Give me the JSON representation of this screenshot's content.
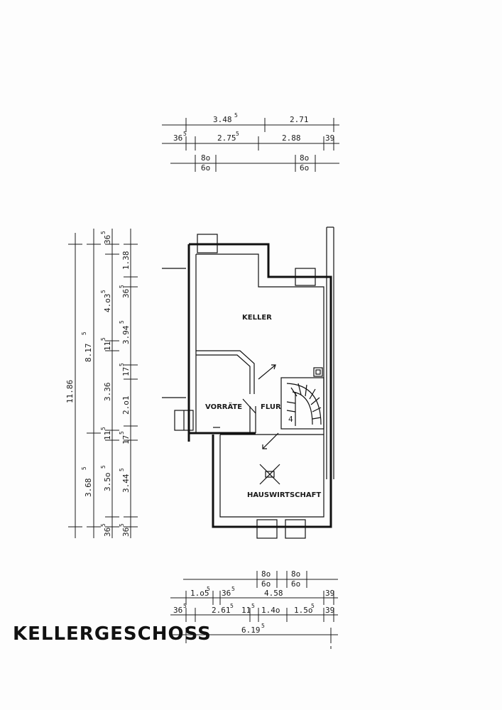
{
  "title": "KELLERGESCHOSS",
  "rooms": {
    "keller": "KELLER",
    "vorraete": "VORRÄTE",
    "flur": "FLUR",
    "hauswirtschaft": "HAUSWIRTSCHAFT"
  },
  "stair_marker": "4",
  "dims_top": {
    "row1": [
      "3.48",
      "5",
      "2.71"
    ],
    "row2": [
      "36",
      "5",
      "2.75",
      "5",
      "2.88",
      "39"
    ],
    "window1": [
      "8o",
      "6o"
    ],
    "window2": [
      "8o",
      "6o"
    ]
  },
  "dims_left": {
    "overall": "11.86",
    "col2": [
      "8.17",
      "5",
      "3.68",
      "5"
    ],
    "col3": [
      "36",
      "5",
      "4.o3",
      "5",
      "11",
      "5",
      "3.36",
      "11",
      "5",
      "3.5o",
      "5",
      "36",
      "5"
    ],
    "col4": [
      "1.38",
      "36",
      "5",
      "3.94",
      "5",
      "17",
      "5",
      "2.o1",
      "17",
      "5",
      "3.44",
      "5",
      "36",
      "5"
    ]
  },
  "dims_bottom": {
    "window1": [
      "8o",
      "6o"
    ],
    "window2": [
      "8o",
      "6o"
    ],
    "row1": [
      "1.o5",
      "5",
      "36",
      "5",
      "4.58",
      "39"
    ],
    "row2": [
      "36",
      "5",
      "2.61",
      "5",
      "11",
      "5",
      "1.4o",
      "1.5o",
      "5",
      "39"
    ],
    "row3": [
      "6.19",
      "5"
    ]
  }
}
